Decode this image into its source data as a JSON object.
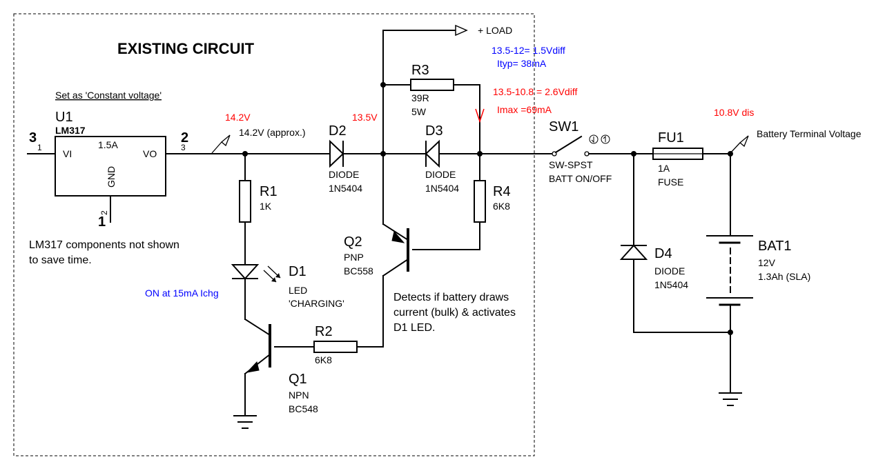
{
  "frame": {
    "title": "EXISTING CIRCUIT"
  },
  "u1": {
    "note": "Set as 'Constant voltage'",
    "ref": "U1",
    "part": "LM317",
    "rating": "1.5A",
    "pin_vi": "VI",
    "pin_vo": "VO",
    "pin_gnd": "GND",
    "pin3_big": "3",
    "pin3_small": "1",
    "pin2_big": "2",
    "pin2_small": "3",
    "pin1_big": "1",
    "pin1_small": "2",
    "omitted_note_1": "LM317 components not shown",
    "omitted_note_2": "to save time."
  },
  "probe_out": {
    "value": "14.2V",
    "label": "14.2V (approx.)"
  },
  "node_d2": {
    "value": "13.5V"
  },
  "r1": {
    "ref": "R1",
    "value": "1K"
  },
  "d1": {
    "ref": "D1",
    "type": "LED",
    "label": "'CHARGING'",
    "note": "ON at 15mA Ichg"
  },
  "q1": {
    "ref": "Q1",
    "type": "NPN",
    "part": "BC548"
  },
  "r2": {
    "ref": "R2",
    "value": "6K8"
  },
  "d2": {
    "ref": "D2",
    "type": "DIODE",
    "part": "1N5404"
  },
  "d3": {
    "ref": "D3",
    "type": "DIODE",
    "part": "1N5404"
  },
  "r3": {
    "ref": "R3",
    "value": "39R",
    "power": "5W"
  },
  "r4": {
    "ref": "R4",
    "value": "6K8"
  },
  "q2": {
    "ref": "Q2",
    "type": "PNP",
    "part": "BC558"
  },
  "detect_note": [
    "Detects if battery draws",
    "current (bulk) & activates",
    "D1 LED."
  ],
  "load": {
    "label": "+ LOAD"
  },
  "calc_typ": {
    "line1": "13.5-12= 1.5Vdiff",
    "line2": "Ityp= 38mA"
  },
  "calc_max": {
    "line1": "13.5-10.8 = 2.6Vdiff",
    "line2": "Imax =69mA"
  },
  "sw1": {
    "ref": "SW1",
    "type": "SW-SPST",
    "label": "BATT ON/OFF"
  },
  "fu1": {
    "ref": "FU1",
    "value": "1A",
    "type": "FUSE"
  },
  "battery_probe": {
    "value": "10.8V dis",
    "label": "Battery Terminal Voltage"
  },
  "d4": {
    "ref": "D4",
    "type": "DIODE",
    "part": "1N5404"
  },
  "bat1": {
    "ref": "BAT1",
    "voltage": "12V",
    "capacity": "1.3Ah (SLA)"
  },
  "colors": {
    "red": "#ff0000",
    "blue": "#0000ff",
    "black": "#000000"
  }
}
